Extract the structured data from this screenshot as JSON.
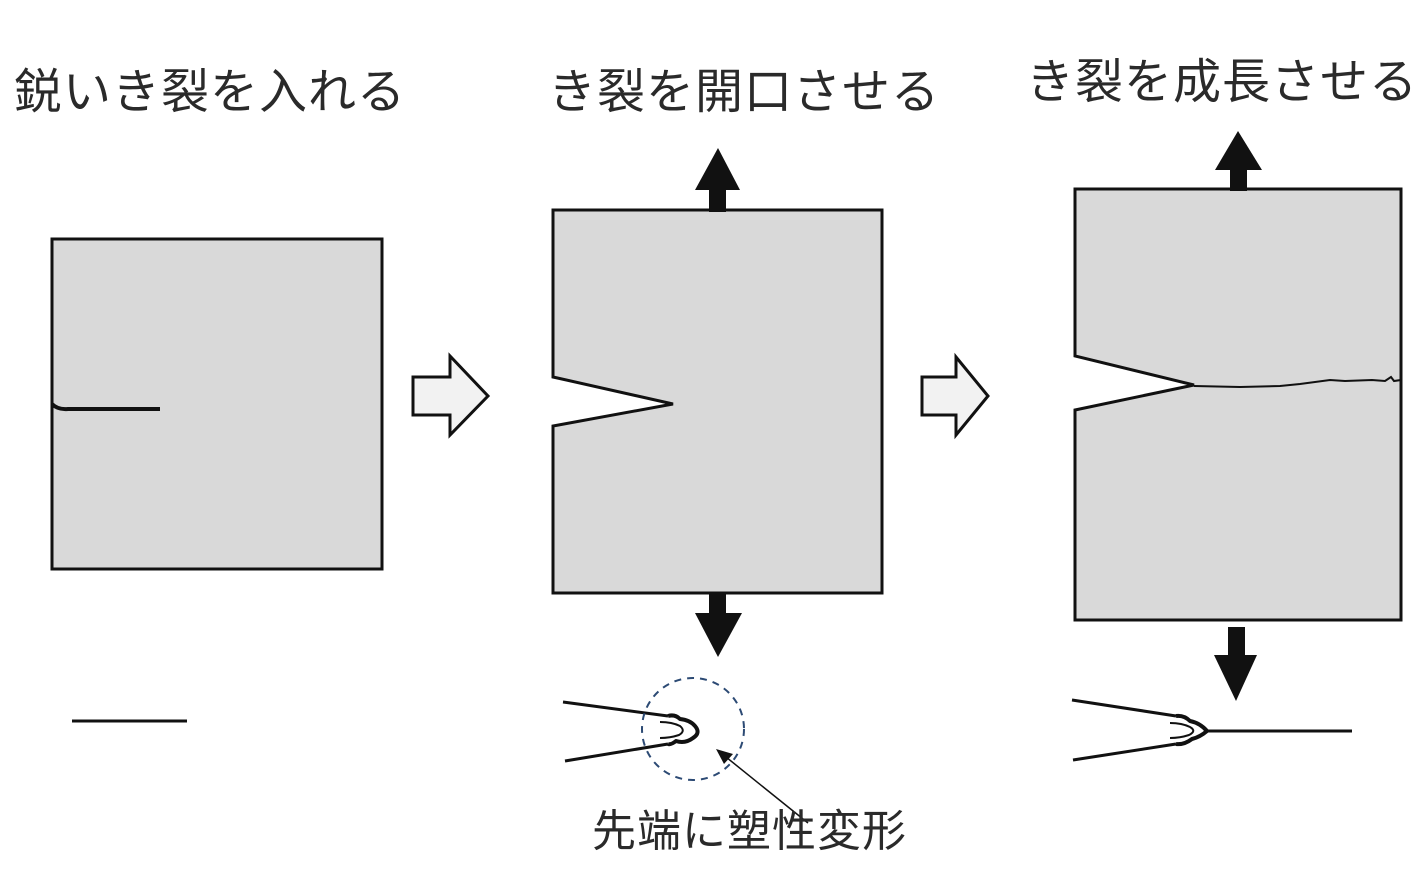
{
  "steps": [
    {
      "label": "鋭いき裂を入れる"
    },
    {
      "label": "き裂を開口させる"
    },
    {
      "label": "き裂を成長させる"
    }
  ],
  "callout": {
    "label": "先端に塑性変形"
  },
  "colors": {
    "specimen_fill": "#d9d9d9",
    "outline": "#111111",
    "process_arrow_fill": "#f2f2f2",
    "callout_circle": "#2c4a74"
  },
  "icons": {
    "process_arrow": "hollow-right-arrow",
    "load_arrow": "filled-vertical-arrow"
  }
}
